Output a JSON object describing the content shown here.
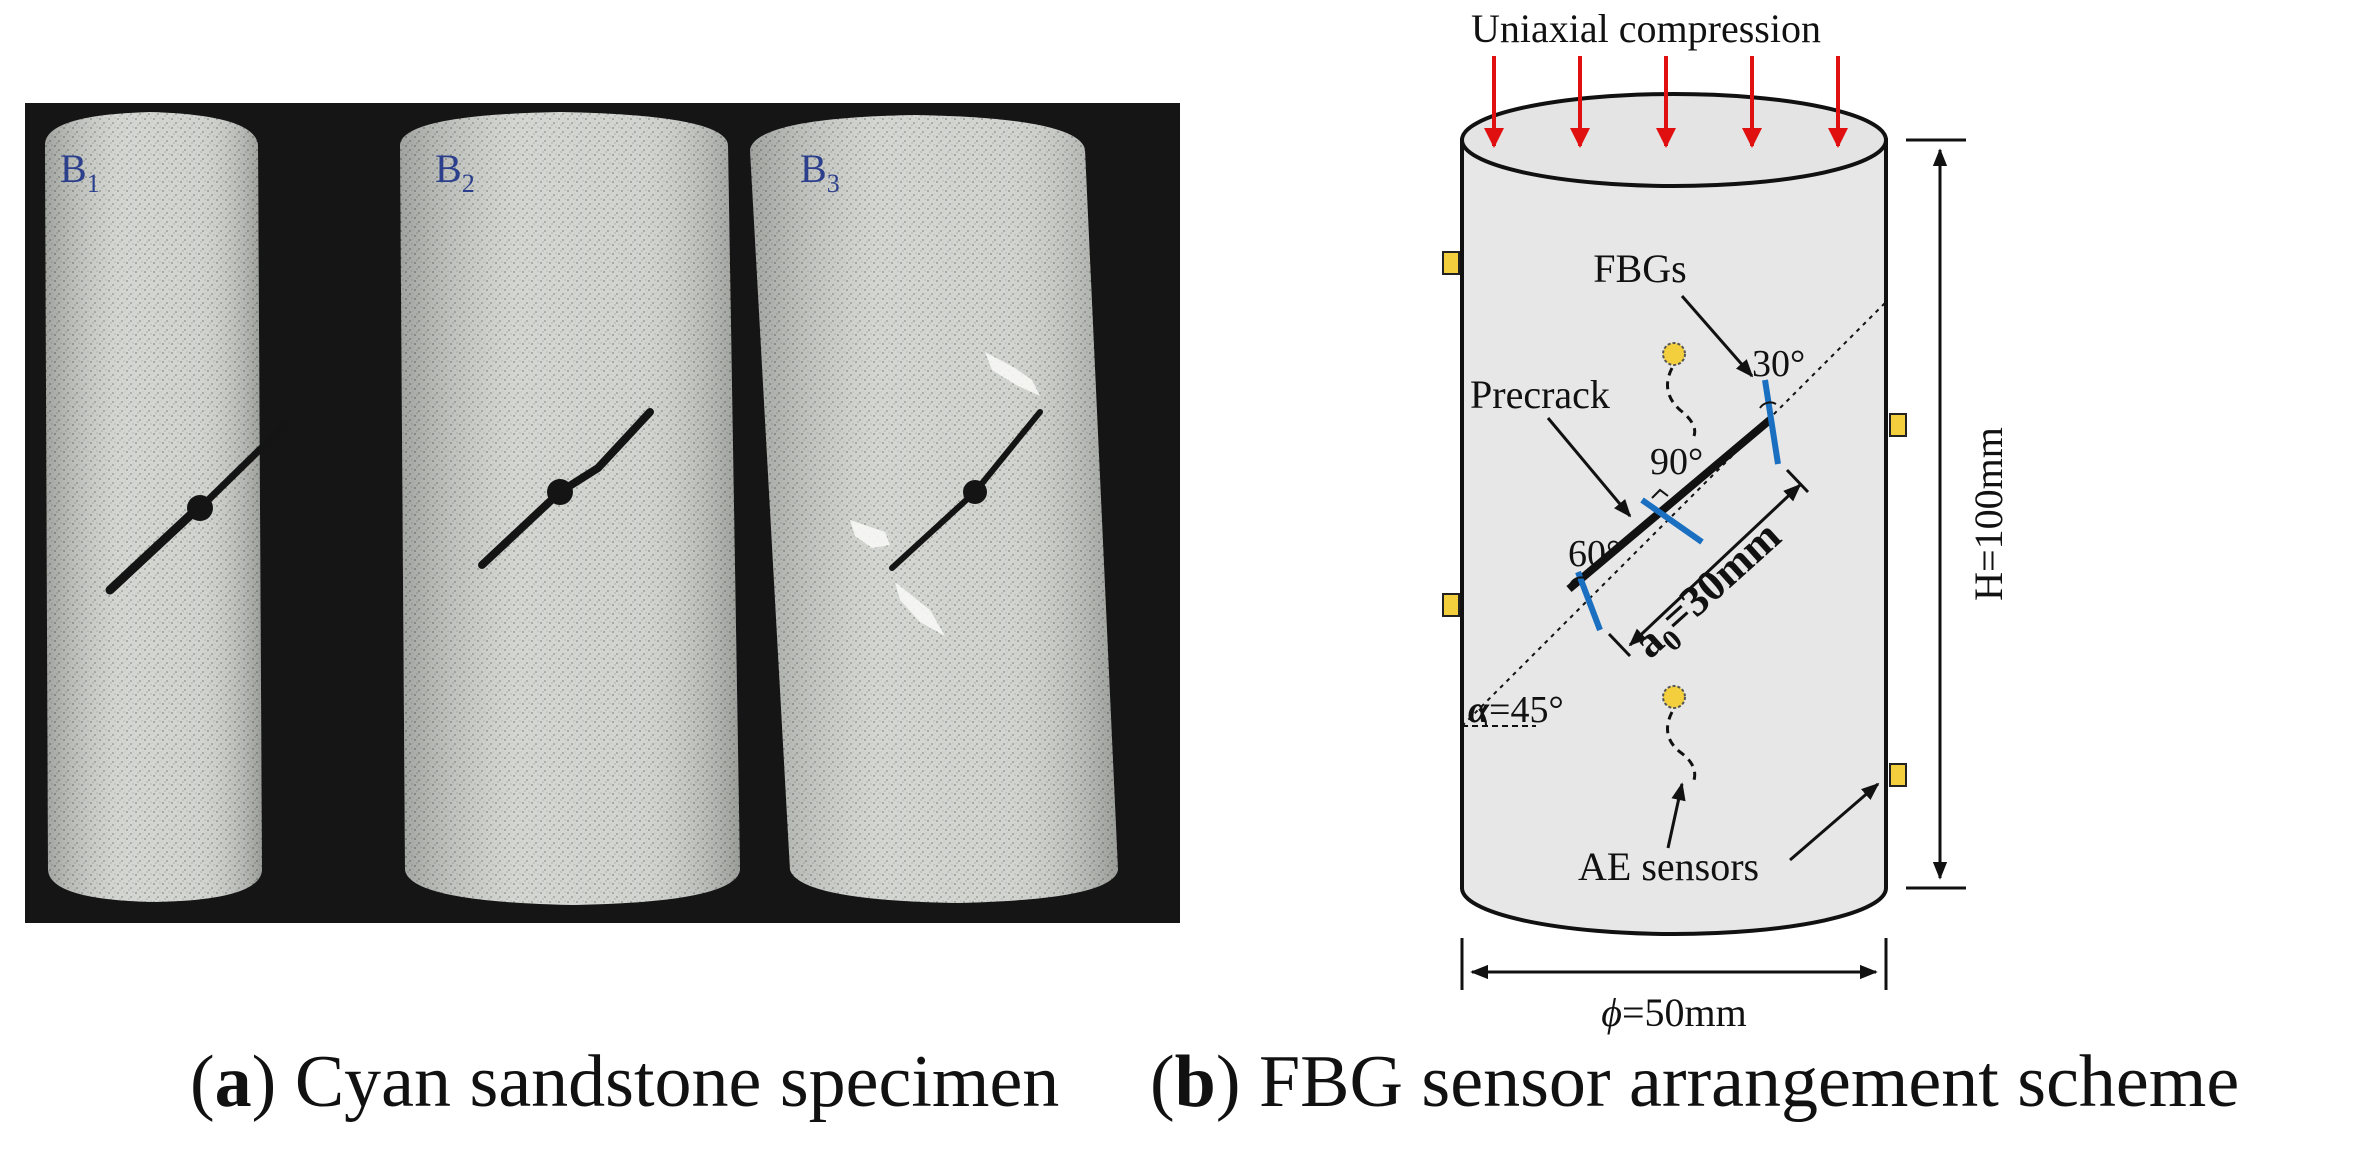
{
  "panel_a": {
    "specimen_labels": [
      {
        "base": "B",
        "sub": "1"
      },
      {
        "base": "B",
        "sub": "2"
      },
      {
        "base": "B",
        "sub": "3"
      }
    ],
    "caption": {
      "letter": "a",
      "text": "Cyan sandstone specimen"
    }
  },
  "panel_b": {
    "load_label": "Uniaxial compression",
    "fbg_label": "FBGs",
    "precrack_label": "Precrack",
    "angle_30": "30°",
    "angle_90": "90°",
    "angle_60": "60°",
    "crack_length": {
      "base": "a",
      "sub": "0",
      "rest": "=30mm"
    },
    "inclination": {
      "symbol": "α",
      "rest": "=45°"
    },
    "ae_label": "AE sensors",
    "height_label": "H=100mm",
    "diameter": {
      "symbol": "ϕ",
      "rest": "=50mm"
    },
    "caption": {
      "letter": "b",
      "text": "FBG sensor arrangement scheme"
    }
  },
  "colors": {
    "arrow_red": "#e01010",
    "fbg_blue": "#1a6fc0",
    "sensor_yellow": "#f3cf3d",
    "label_blue": "#2c3f8c",
    "cylinder_fill": "#e7e7e7"
  }
}
